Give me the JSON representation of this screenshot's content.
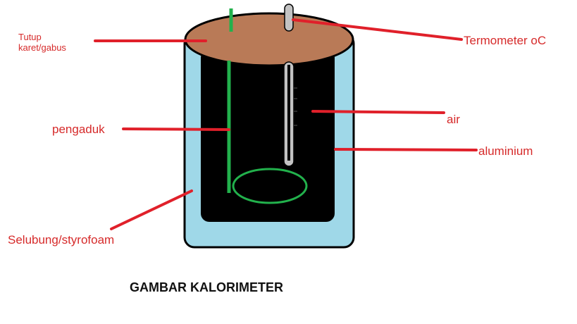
{
  "caption": "GAMBAR KALORIMETER",
  "labels": {
    "lid": "Tutup karet/gabus",
    "thermometer": "Termometer oC",
    "stirrer": "pengaduk",
    "water": "air",
    "aluminium": "aluminium",
    "insulator": "Selubung/styrofoam"
  },
  "colors": {
    "label": "#d62a2a",
    "insulator_fill": "#9fd8e8",
    "inner_vessel": "#000000",
    "lid": "#b97a57",
    "stirrer": "#22b14c",
    "thermometer": "#c3c3c3",
    "leader_line": "#e0202a"
  }
}
